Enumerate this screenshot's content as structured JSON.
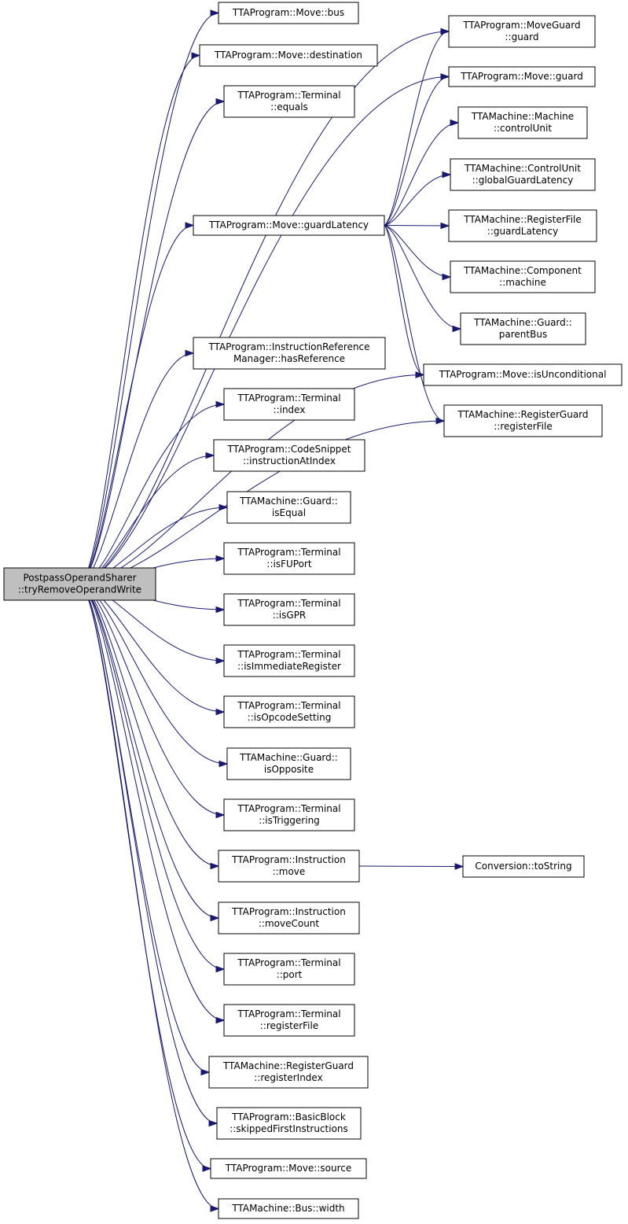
{
  "colors": {
    "edge": "#191970",
    "root_fill": "#bfbfbf",
    "node_fill": "#ffffff",
    "node_border": "#000000"
  },
  "nodes": [
    {
      "id": "root",
      "lines": [
        "PostpassOperandSharer",
        "::tryRemoveOperandWrite"
      ],
      "root": true
    },
    {
      "id": "bus",
      "lines": [
        "TTAProgram::Move::bus"
      ]
    },
    {
      "id": "destination",
      "lines": [
        "TTAProgram::Move::destination"
      ]
    },
    {
      "id": "equals",
      "lines": [
        "TTAProgram::Terminal",
        "::equals"
      ]
    },
    {
      "id": "guardLatency",
      "lines": [
        "TTAProgram::Move::guardLatency"
      ]
    },
    {
      "id": "hasReference",
      "lines": [
        "TTAProgram::InstructionReference",
        "Manager::hasReference"
      ]
    },
    {
      "id": "index",
      "lines": [
        "TTAProgram::Terminal",
        "::index"
      ]
    },
    {
      "id": "instructionAtIndex",
      "lines": [
        "TTAProgram::CodeSnippet",
        "::instructionAtIndex"
      ]
    },
    {
      "id": "isEqual",
      "lines": [
        "TTAMachine::Guard::",
        "isEqual"
      ]
    },
    {
      "id": "isFUPort",
      "lines": [
        "TTAProgram::Terminal",
        "::isFUPort"
      ]
    },
    {
      "id": "isGPR",
      "lines": [
        "TTAProgram::Terminal",
        "::isGPR"
      ]
    },
    {
      "id": "isImmediateRegister",
      "lines": [
        "TTAProgram::Terminal",
        "::isImmediateRegister"
      ]
    },
    {
      "id": "isOpcodeSetting",
      "lines": [
        "TTAProgram::Terminal",
        "::isOpcodeSetting"
      ]
    },
    {
      "id": "isOpposite",
      "lines": [
        "TTAMachine::Guard::",
        "isOpposite"
      ]
    },
    {
      "id": "isTriggering",
      "lines": [
        "TTAProgram::Terminal",
        "::isTriggering"
      ]
    },
    {
      "id": "instrMove",
      "lines": [
        "TTAProgram::Instruction",
        "::move"
      ]
    },
    {
      "id": "moveCount",
      "lines": [
        "TTAProgram::Instruction",
        "::moveCount"
      ]
    },
    {
      "id": "port",
      "lines": [
        "TTAProgram::Terminal",
        "::port"
      ]
    },
    {
      "id": "termRegisterFile",
      "lines": [
        "TTAProgram::Terminal",
        "::registerFile"
      ]
    },
    {
      "id": "registerIndex",
      "lines": [
        "TTAMachine::RegisterGuard",
        "::registerIndex"
      ]
    },
    {
      "id": "skippedFirstInstructions",
      "lines": [
        "TTAProgram::BasicBlock",
        "::skippedFirstInstructions"
      ]
    },
    {
      "id": "source",
      "lines": [
        "TTAProgram::Move::source"
      ]
    },
    {
      "id": "width",
      "lines": [
        "TTAMachine::Bus::width"
      ]
    },
    {
      "id": "moveGuardGuard",
      "lines": [
        "TTAProgram::MoveGuard",
        "::guard"
      ]
    },
    {
      "id": "moveGuard",
      "lines": [
        "TTAProgram::Move::guard"
      ]
    },
    {
      "id": "controlUnit",
      "lines": [
        "TTAMachine::Machine",
        "::controlUnit"
      ]
    },
    {
      "id": "globalGuardLatency",
      "lines": [
        "TTAMachine::ControlUnit",
        "::globalGuardLatency"
      ]
    },
    {
      "id": "rfGuardLatency",
      "lines": [
        "TTAMachine::RegisterFile",
        "::guardLatency"
      ]
    },
    {
      "id": "componentMachine",
      "lines": [
        "TTAMachine::Component",
        "::machine"
      ]
    },
    {
      "id": "parentBus",
      "lines": [
        "TTAMachine::Guard::",
        "parentBus"
      ]
    },
    {
      "id": "isUnconditional",
      "lines": [
        "TTAProgram::Move::isUnconditional"
      ]
    },
    {
      "id": "rgRegisterFile",
      "lines": [
        "TTAMachine::RegisterGuard",
        "::registerFile"
      ]
    },
    {
      "id": "toString",
      "lines": [
        "Conversion::toString"
      ]
    }
  ],
  "edges": [
    [
      "root",
      "bus"
    ],
    [
      "root",
      "destination"
    ],
    [
      "root",
      "equals"
    ],
    [
      "root",
      "guardLatency"
    ],
    [
      "root",
      "hasReference"
    ],
    [
      "root",
      "index"
    ],
    [
      "root",
      "instructionAtIndex"
    ],
    [
      "root",
      "isEqual"
    ],
    [
      "root",
      "isFUPort"
    ],
    [
      "root",
      "isGPR"
    ],
    [
      "root",
      "isImmediateRegister"
    ],
    [
      "root",
      "isOpcodeSetting"
    ],
    [
      "root",
      "isOpposite"
    ],
    [
      "root",
      "isTriggering"
    ],
    [
      "root",
      "instrMove"
    ],
    [
      "root",
      "moveCount"
    ],
    [
      "root",
      "port"
    ],
    [
      "root",
      "termRegisterFile"
    ],
    [
      "root",
      "registerIndex"
    ],
    [
      "root",
      "skippedFirstInstructions"
    ],
    [
      "root",
      "source"
    ],
    [
      "root",
      "width"
    ],
    [
      "root",
      "moveGuardGuard"
    ],
    [
      "root",
      "moveGuard"
    ],
    [
      "root",
      "isUnconditional"
    ],
    [
      "root",
      "rgRegisterFile"
    ],
    [
      "guardLatency",
      "moveGuardGuard"
    ],
    [
      "guardLatency",
      "moveGuard"
    ],
    [
      "guardLatency",
      "controlUnit"
    ],
    [
      "guardLatency",
      "globalGuardLatency"
    ],
    [
      "guardLatency",
      "rfGuardLatency"
    ],
    [
      "guardLatency",
      "componentMachine"
    ],
    [
      "guardLatency",
      "parentBus"
    ],
    [
      "guardLatency",
      "isUnconditional"
    ],
    [
      "guardLatency",
      "rgRegisterFile"
    ],
    [
      "instrMove",
      "toString"
    ]
  ]
}
